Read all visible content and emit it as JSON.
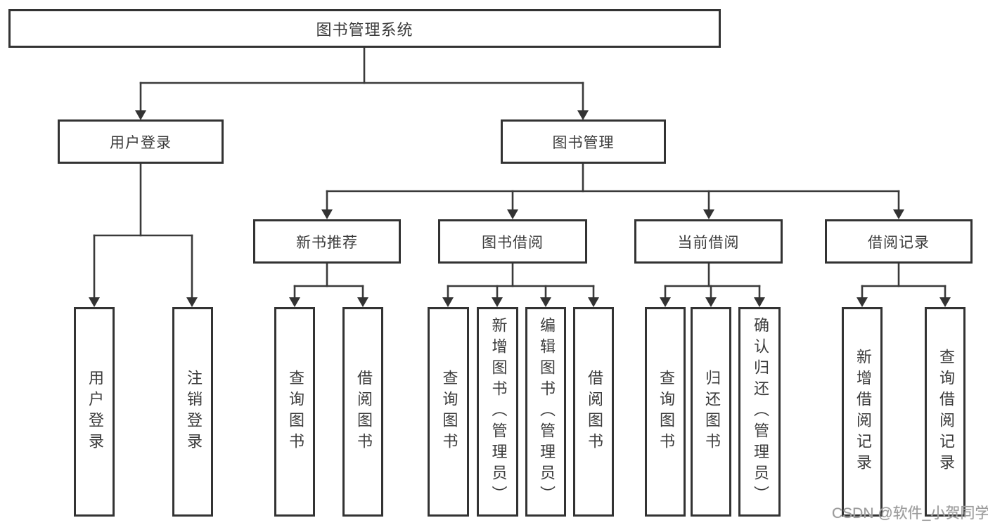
{
  "tree": {
    "label": "图书管理系统",
    "children": [
      {
        "label": "用户登录",
        "children": [
          {
            "label": "用户登录"
          },
          {
            "label": "注销登录"
          }
        ]
      },
      {
        "label": "图书管理",
        "children": [
          {
            "label": "新书推荐",
            "children": [
              {
                "label": "查询图书"
              },
              {
                "label": "借阅图书"
              }
            ]
          },
          {
            "label": "图书借阅",
            "children": [
              {
                "label": "查询图书"
              },
              {
                "label": "新增图书（管理员）"
              },
              {
                "label": "编辑图书（管理员）"
              },
              {
                "label": "借阅图书"
              }
            ]
          },
          {
            "label": "当前借阅",
            "children": [
              {
                "label": "查询图书"
              },
              {
                "label": "归还图书"
              },
              {
                "label": "确认归还（管理员）"
              }
            ]
          },
          {
            "label": "借阅记录",
            "children": [
              {
                "label": "新增借阅记录"
              },
              {
                "label": "查询借阅记录"
              }
            ]
          }
        ]
      }
    ]
  },
  "watermark": {
    "text": "CSDN @软件_小贺同学"
  },
  "colors": {
    "line": "#3a3a3a",
    "box_border": "#333333",
    "text": "#3b3b3b",
    "watermark": "#9b9b9b",
    "background": "#ffffff"
  }
}
